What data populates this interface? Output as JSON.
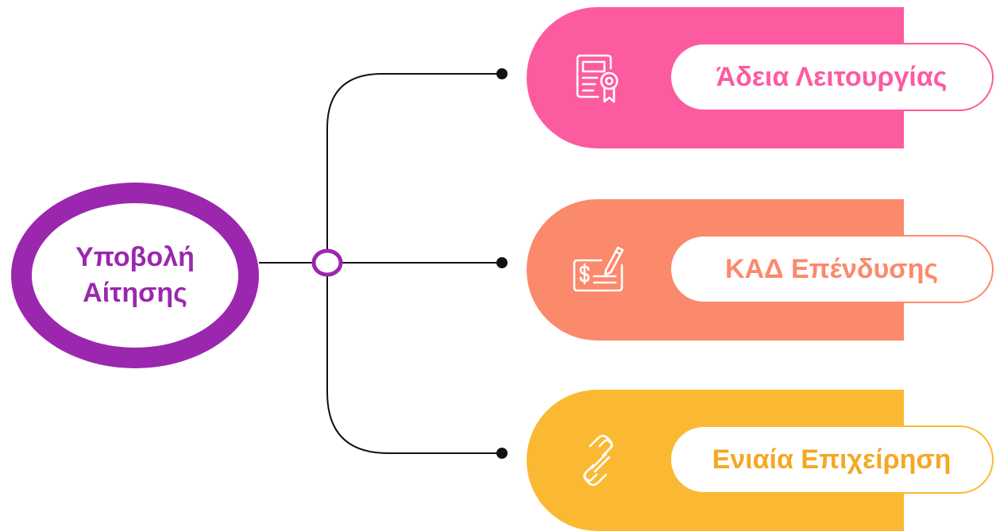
{
  "root": {
    "label": "Υποβολή\nΑίτησης",
    "color": "#9b27af"
  },
  "branches": [
    {
      "label": "Άδεια Λειτουργίας",
      "icon": "certificate-document-icon",
      "color": "#fd5b9f",
      "text_color": "#fd5b9f"
    },
    {
      "label": "ΚΑΔ Επένδυσης",
      "icon": "signed-check-icon",
      "color": "#fb896c",
      "text_color": "#fb896c"
    },
    {
      "label": "Ενιαία Επιχείρηση",
      "icon": "chain-link-icon",
      "color": "#fbb933",
      "text_color": "#f4a823"
    }
  ]
}
